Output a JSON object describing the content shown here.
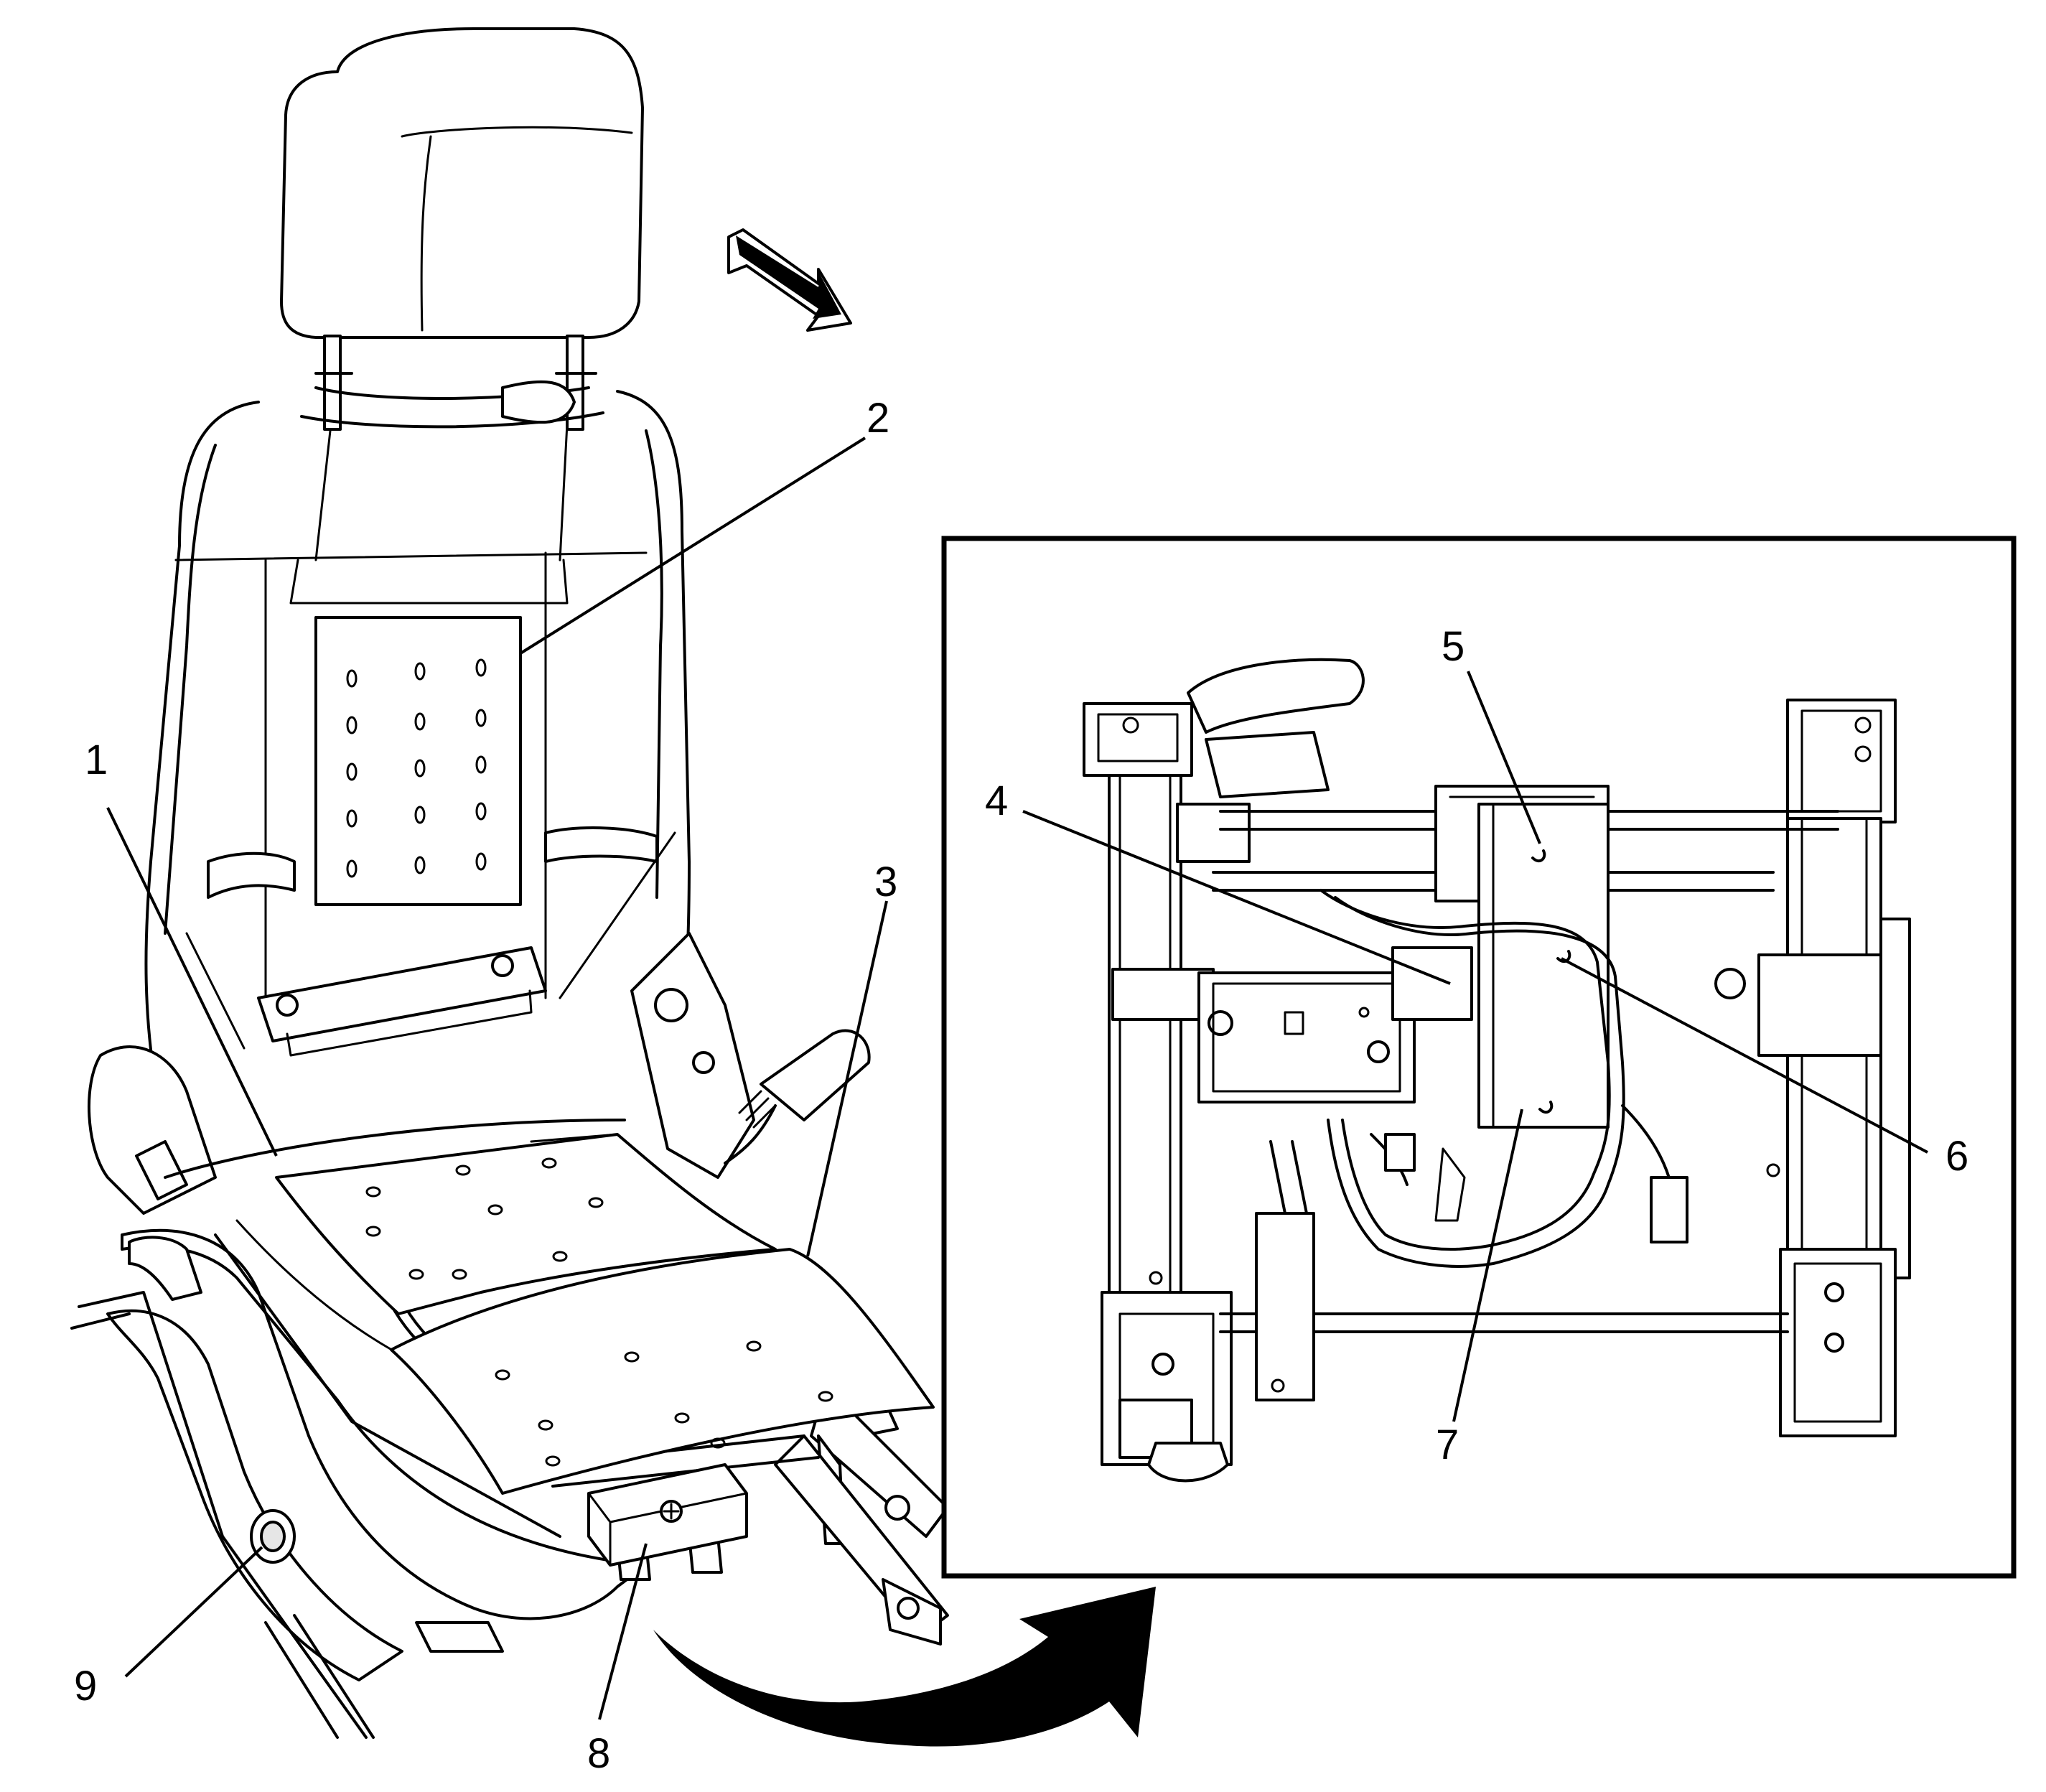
{
  "callouts": {
    "c1": "1",
    "c2": "2",
    "c3": "3",
    "c4": "4",
    "c5": "5",
    "c6": "6",
    "c7": "7",
    "c8": "8",
    "c9": "9"
  },
  "colors": {
    "line": "#000000",
    "background": "#ffffff",
    "shade": "#e6e6e6"
  },
  "icons": {
    "direction_arrow": "front-direction-arrow-icon",
    "flip_arrow": "curved-flip-arrow-icon"
  }
}
